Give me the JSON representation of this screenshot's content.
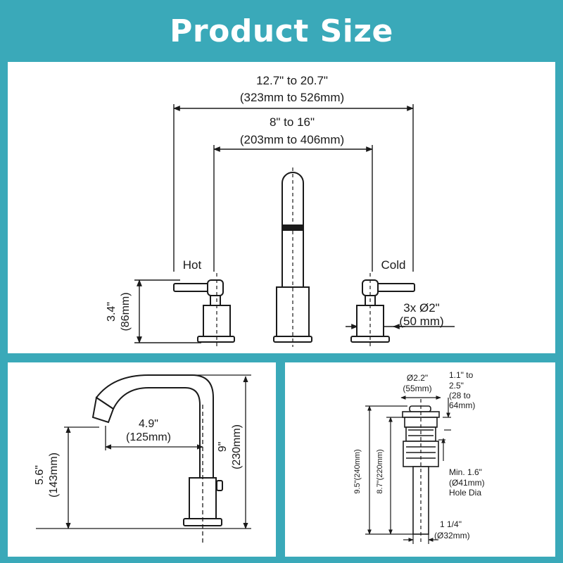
{
  "title": "Product Size",
  "top_view": {
    "overall_width": {
      "in": "12.7\" to 20.7\"",
      "mm": "(323mm to 526mm)"
    },
    "handle_spacing": {
      "in": "8\" to 16\"",
      "mm": "(203mm to 406mm)"
    },
    "hot_label": "Hot",
    "cold_label": "Cold",
    "height": {
      "in": "3.4\"",
      "mm": "(86mm)"
    },
    "hole": {
      "in": "3x Ø2\"",
      "mm": "(50 mm)"
    }
  },
  "side_view": {
    "reach": {
      "in": "4.9\"",
      "mm": "(125mm)"
    },
    "spout_height": {
      "in": "5.6\"",
      "mm": "(143mm)"
    },
    "total_height": {
      "in": "9\"",
      "mm": "(230mm)"
    }
  },
  "drain_view": {
    "cap_dia": {
      "in": "Ø2.2\"",
      "mm": "(55mm)"
    },
    "thickness": {
      "l1": "1.1\" to",
      "l2": "2.5\"",
      "l3": "(28 to",
      "l4": "64mm)"
    },
    "total": "9.5\"(240mm)",
    "body": "8.7\"(220mm)",
    "hole": {
      "l1": "Min. 1.6\"",
      "l2": "(Ø41mm)",
      "l3": "Hole Dia"
    },
    "pipe": {
      "in": "1 1/4\"",
      "mm": "(Ø32mm)"
    }
  }
}
